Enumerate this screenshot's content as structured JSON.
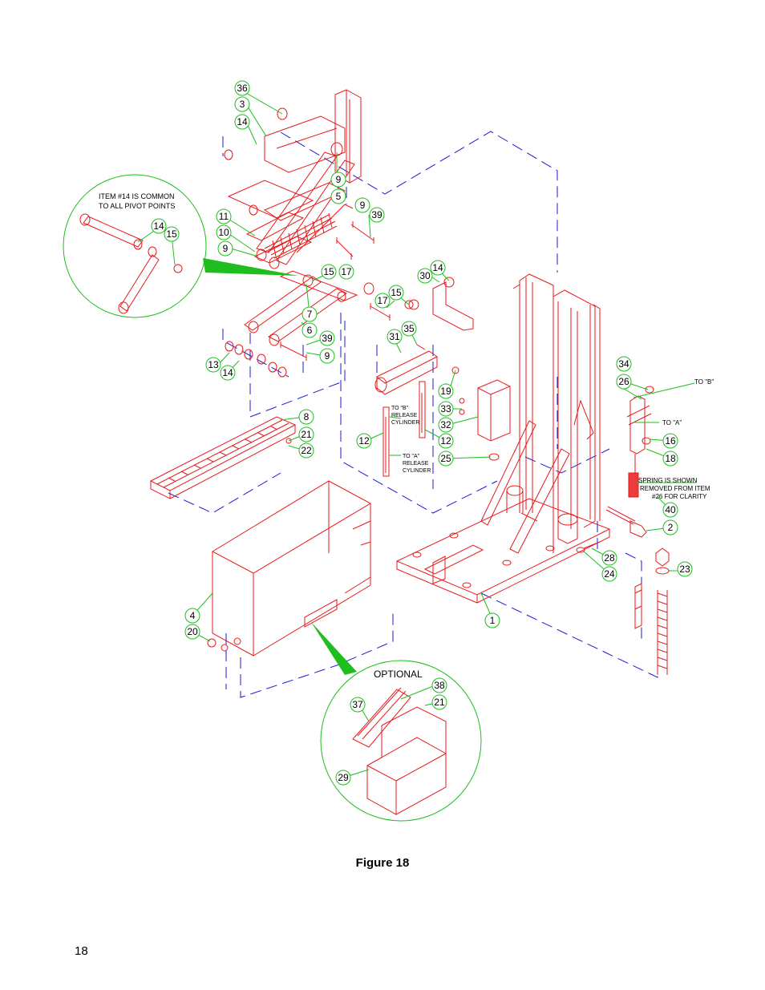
{
  "figure": {
    "caption": "Figure 18",
    "page_number": "18"
  },
  "colors": {
    "part": "#e8191b",
    "leader": "#1ebe1e",
    "hidden_line": "#1a1ad8",
    "text": "#000000"
  },
  "notes": {
    "pivot_common": [
      "ITEM #14 IS COMMON",
      "TO ALL PIVOT POINTS"
    ],
    "to_b_release": [
      "TO \"B\"",
      "RELEASE",
      "CYLINDER"
    ],
    "to_a_release": [
      "TO \"A\"",
      "RELEASE",
      "CYLINDER"
    ],
    "to_b": "TO \"B\"",
    "to_a": "TO \"A\"",
    "spring": [
      "SPRING IS SHOWN",
      "REMOVED FROM ITEM",
      "#26 FOR CLARITY"
    ],
    "optional": "OPTIONAL"
  },
  "callouts": [
    "36",
    "3",
    "14",
    "9",
    "5",
    "9",
    "39",
    "11",
    "10",
    "9",
    "15",
    "17",
    "30",
    "14",
    "15",
    "17",
    "7",
    "6",
    "39",
    "9",
    "35",
    "31",
    "13",
    "14",
    "34",
    "26",
    "19",
    "33",
    "32",
    "12",
    "12",
    "25",
    "16",
    "18",
    "8",
    "21",
    "22",
    "40",
    "2",
    "28",
    "24",
    "23",
    "4",
    "20",
    "1",
    "38",
    "21",
    "37",
    "29",
    "14",
    "15"
  ]
}
